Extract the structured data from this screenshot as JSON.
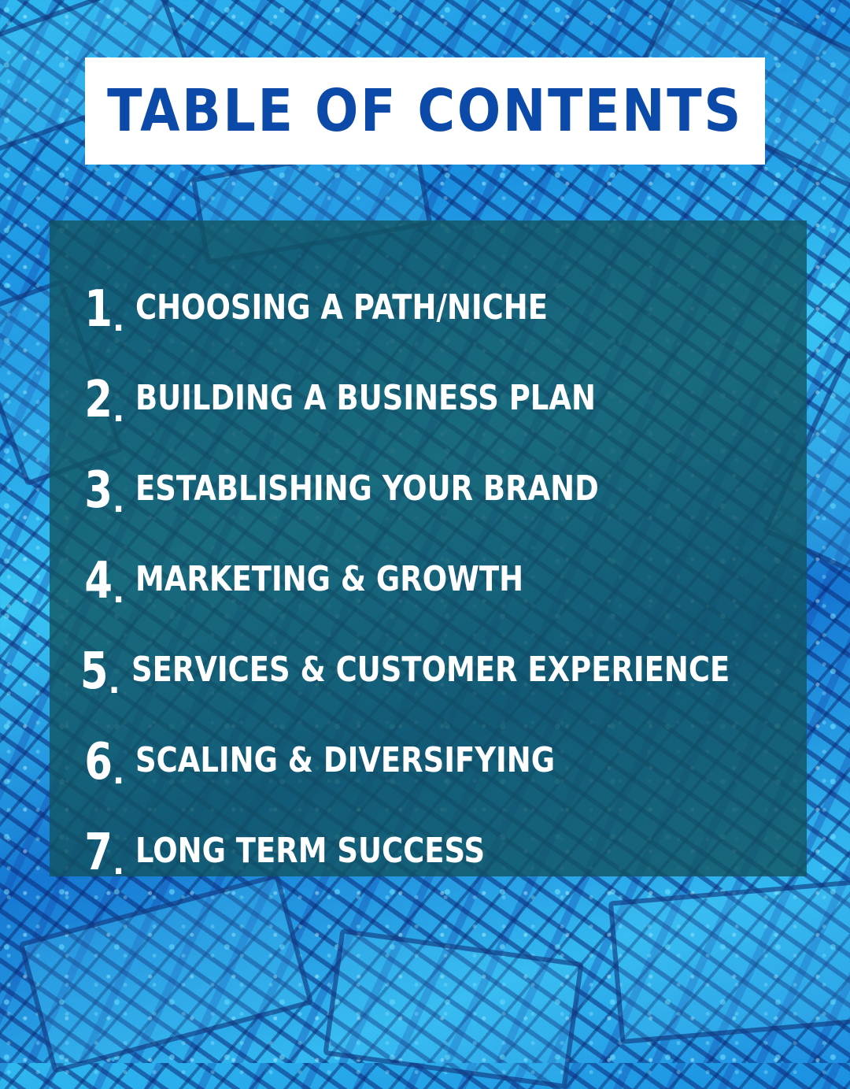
{
  "title": "Table of Contents",
  "colors": {
    "title_text": "#0b4aa8",
    "title_background": "#ffffff",
    "panel_background": "#125460",
    "item_text": "#ffffff",
    "page_background": "#2fb8f0"
  },
  "background": {
    "description": "blue-tinted sparkly dollar bills collage"
  },
  "items": [
    {
      "number": "1",
      "label": "Choosing a Path/Niche"
    },
    {
      "number": "2",
      "label": "Building a Business Plan"
    },
    {
      "number": "3",
      "label": "Establishing Your Brand"
    },
    {
      "number": "4",
      "label": "Marketing & Growth"
    },
    {
      "number": "5",
      "label": "Services & Customer Experience"
    },
    {
      "number": "6",
      "label": "Scaling & Diversifying"
    },
    {
      "number": "7",
      "label": "Long Term Success"
    }
  ]
}
